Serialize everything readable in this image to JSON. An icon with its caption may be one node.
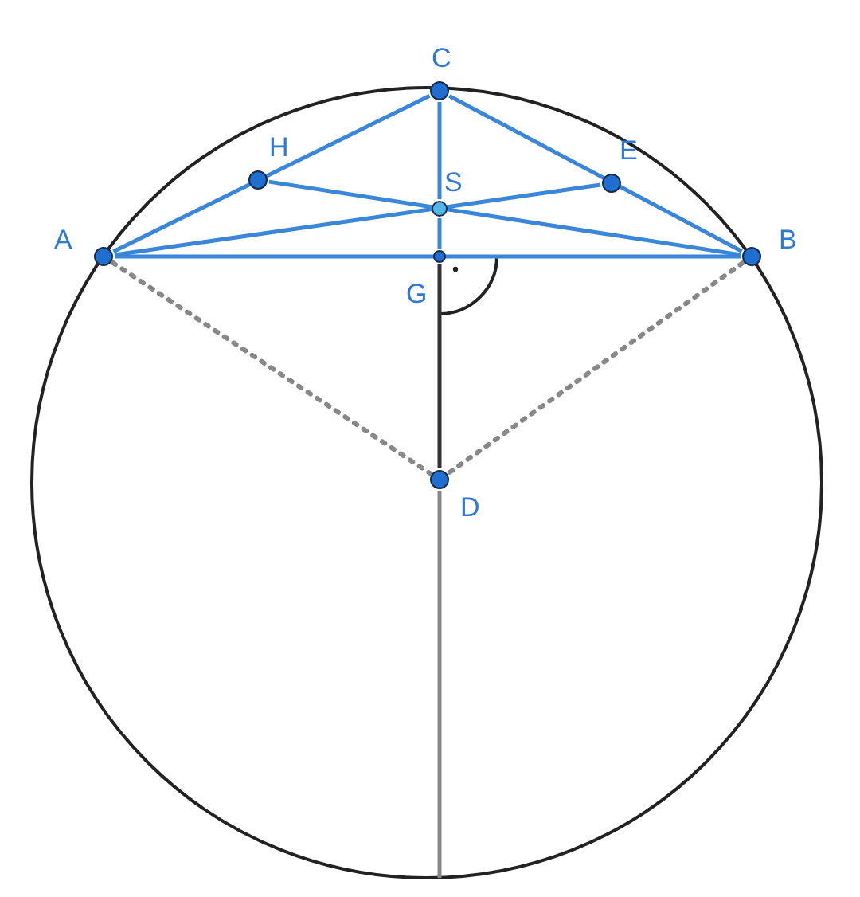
{
  "diagram": {
    "nodes": [
      {
        "text": [
          "C"
        ]
      },
      {
        "text": [
          "H"
        ]
      },
      {
        "text": [
          "E"
        ]
      },
      {
        "text": [
          "S"
        ]
      },
      {
        "text": [
          "A"
        ]
      },
      {
        "text": [
          "B"
        ]
      },
      {
        "text": [
          "G"
        ]
      },
      {
        "text": [
          "D"
        ]
      }
    ],
    "edges": [
      {
        "from": 4,
        "to": 0,
        "arrow": "none"
      },
      {
        "from": 0,
        "to": 5,
        "arrow": "none"
      },
      {
        "from": 4,
        "to": 5,
        "arrow": "none"
      },
      {
        "from": 4,
        "to": 2,
        "arrow": "none"
      },
      {
        "from": 5,
        "to": 1,
        "arrow": "none"
      },
      {
        "from": 0,
        "to": 3,
        "arrow": "none"
      },
      {
        "from": 3,
        "to": 6,
        "arrow": "none"
      },
      {
        "from": 6,
        "to": 7,
        "arrow": "none",
        "color": "#333333"
      },
      {
        "from": 7,
        "to": null,
        "arrow": "none",
        "color": "#888888"
      },
      {
        "from": 4,
        "to": 7,
        "arrow": "none",
        "style": "dashed",
        "color": "#888888"
      },
      {
        "from": 5,
        "to": 7,
        "arrow": "none",
        "style": "dashed",
        "color": "#888888"
      }
    ]
  }
}
